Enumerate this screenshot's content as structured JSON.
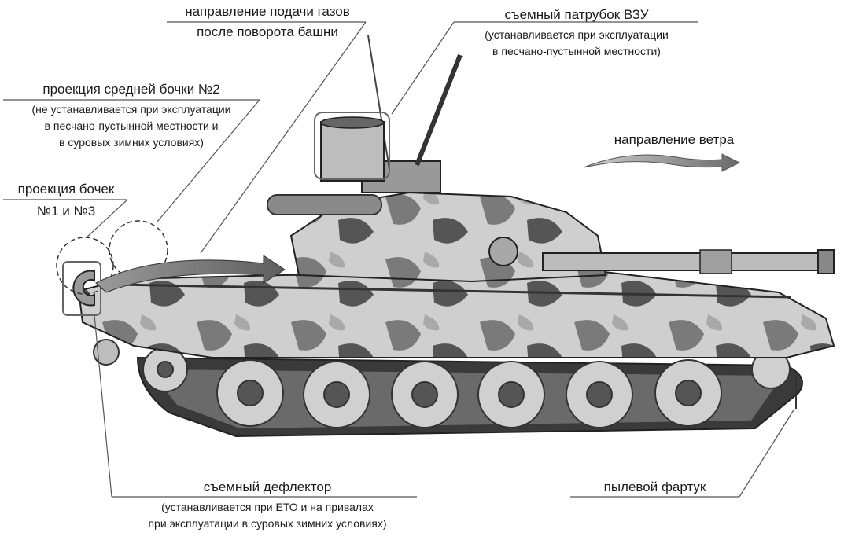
{
  "labels": {
    "gas_direction": {
      "line1": "направление подачи газов",
      "line2": "после поворота башни"
    },
    "vzu_pipe": {
      "title": "съемный патрубок ВЗУ",
      "note1": "(устанавливается при эксплуатации",
      "note2": "в песчано-пустынной местности)"
    },
    "middle_barrel": {
      "title": "проекция средней бочки №2",
      "note1": "(не устанавливается при эксплуатации",
      "note2": "в песчано-пустынной местности и",
      "note3": "в суровых зимних условиях)"
    },
    "barrels_13": {
      "line1": "проекция бочек",
      "line2": "№1 и №3"
    },
    "wind_direction": "направление ветра",
    "deflector": {
      "title": "съемный дефлектор",
      "note1": "(устанавливается при ЕТО и на привалах",
      "note2": "при эксплуатации в суровых зимних  условиях)"
    },
    "dust_apron": "пылевой фартук"
  },
  "colors": {
    "line": "#555555",
    "text": "#1a1a1a",
    "hull_light": "#c9c9c9",
    "hull_dark": "#4a4a4a",
    "arrow": "#6e6e6e"
  }
}
